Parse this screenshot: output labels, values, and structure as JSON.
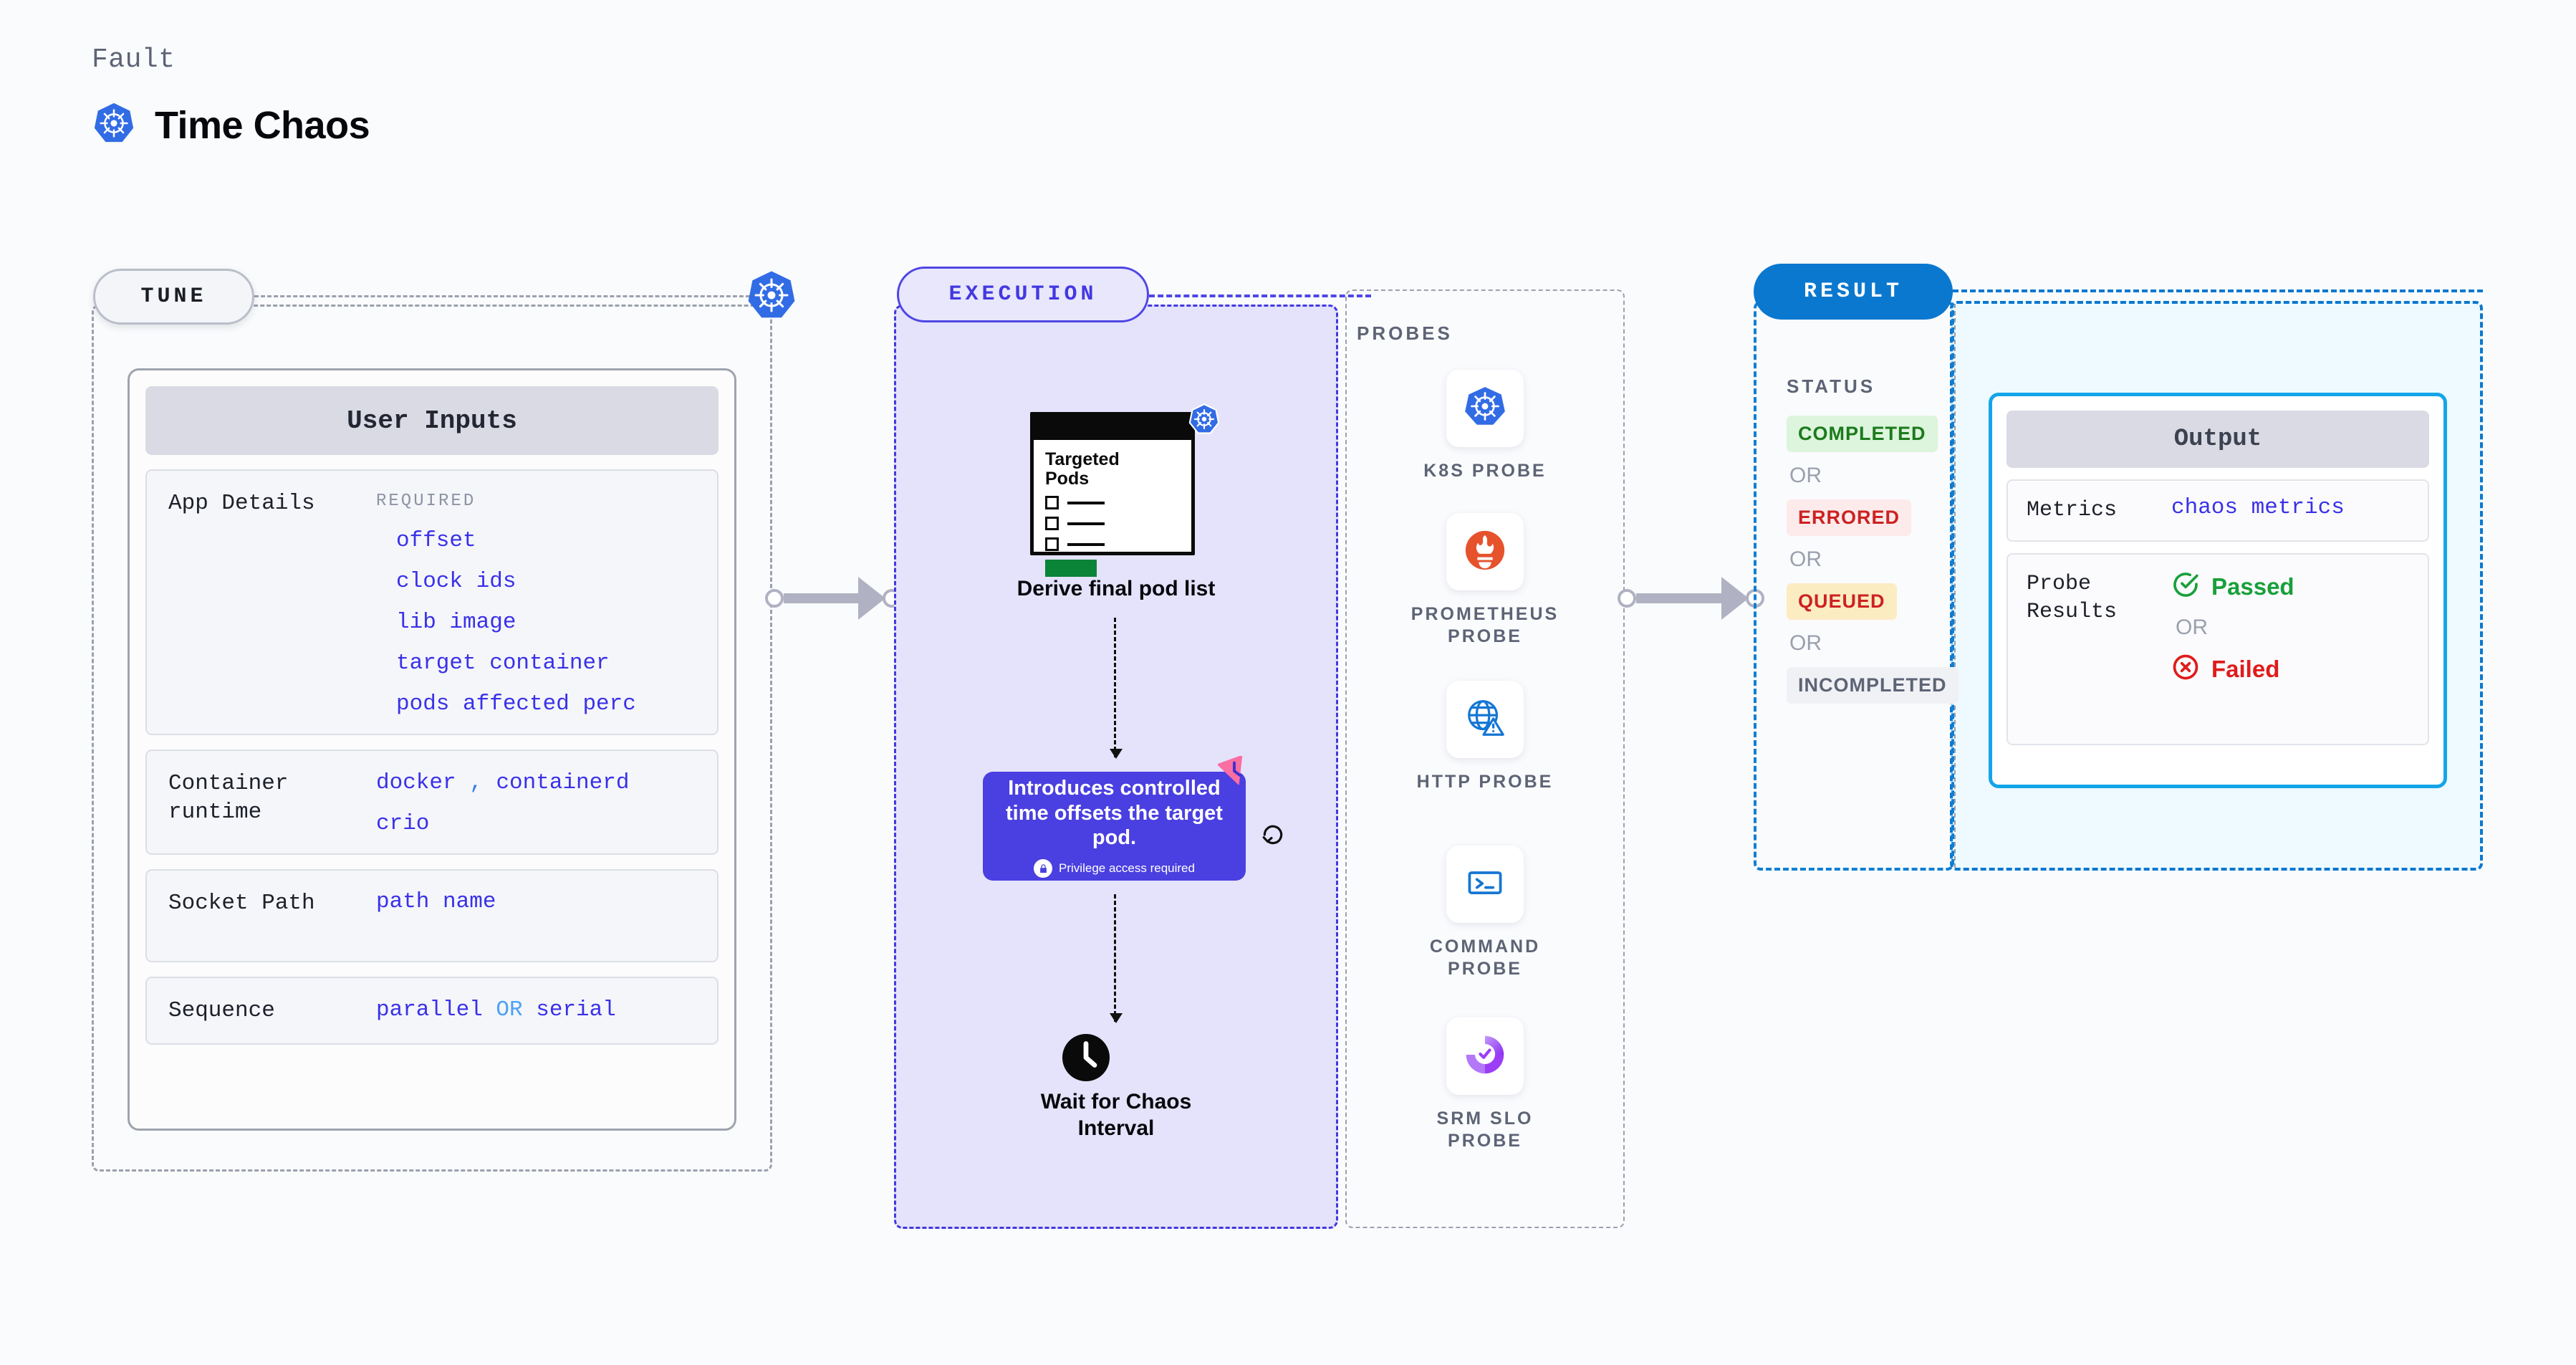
{
  "header": {
    "eyebrow": "Fault",
    "title": "Time Chaos",
    "icon": "kubernetes-icon"
  },
  "stages": {
    "tune": {
      "pill_label": "TUNE",
      "badge_icon": "kubernetes-icon",
      "card": {
        "title": "User Inputs",
        "rows": [
          {
            "label": "App Details",
            "tag": "REQUIRED",
            "values": [
              "offset",
              "clock ids",
              "lib image",
              "target container",
              "pods affected perc"
            ]
          },
          {
            "label": "Container runtime",
            "values": [
              "docker , containerd",
              "crio"
            ]
          },
          {
            "label": "Socket Path",
            "values": [
              "path name"
            ]
          },
          {
            "label": "Sequence",
            "values": [
              "parallel OR serial"
            ]
          }
        ]
      }
    },
    "execution": {
      "pill_label": "EXECUTION",
      "doc": {
        "title_line1": "Targeted",
        "title_line2": "Pods",
        "badge_icon": "kubernetes-icon"
      },
      "derive_label": "Derive final pod list",
      "tooltip": {
        "text": "Introduces controlled time offsets the target pod.",
        "sub": "Privilege access required",
        "sub_icon": "lock-icon",
        "corner_icon": "pink-clock-icon",
        "side_icon": "refresh-icon"
      },
      "wait": {
        "icon": "clock-icon",
        "label_line1": "Wait for Chaos",
        "label_line2": "Interval"
      }
    },
    "probes": {
      "title": "PROBES",
      "items": [
        {
          "icon": "kubernetes-icon",
          "line1": "K8S PROBE",
          "line2": ""
        },
        {
          "icon": "prometheus-icon",
          "line1": "PROMETHEUS",
          "line2": "PROBE"
        },
        {
          "icon": "http-globe-icon",
          "line1": "HTTP PROBE",
          "line2": ""
        },
        {
          "icon": "command-terminal-icon",
          "line1": "COMMAND",
          "line2": "PROBE"
        },
        {
          "icon": "srm-slo-icon",
          "line1": "SRM SLO",
          "line2": "PROBE"
        }
      ]
    },
    "result": {
      "pill_label": "RESULT",
      "status_title": "STATUS",
      "or_label": "OR",
      "statuses": [
        {
          "label": "COMPLETED",
          "bg": "#dcf5dc",
          "fg": "#1d7a1d"
        },
        {
          "label": "ERRORED",
          "bg": "#fdeaea",
          "fg": "#cc2222"
        },
        {
          "label": "QUEUED",
          "bg": "#fcecc2",
          "fg": "#cc2222"
        },
        {
          "label": "INCOMPLETED",
          "bg": "#f0f1f5",
          "fg": "#5d6475"
        }
      ],
      "output": {
        "title": "Output",
        "metrics_label": "Metrics",
        "metrics_value": "chaos metrics",
        "probe_results_label": "Probe Results",
        "passed_label": "Passed",
        "failed_label": "Failed",
        "or_label": "OR",
        "passed_icon": "check-circle-icon",
        "failed_icon": "x-circle-icon"
      }
    }
  },
  "colors": {
    "accent_blue": "#3a31e8",
    "k8s_blue": "#326ce5",
    "exec_purple": "#4338e0",
    "result_blue": "#0b78cf",
    "output_cyan": "#14a5e8",
    "pass_green": "#18a03a",
    "fail_red": "#e01b1b",
    "pink": "#fa6ea3"
  }
}
